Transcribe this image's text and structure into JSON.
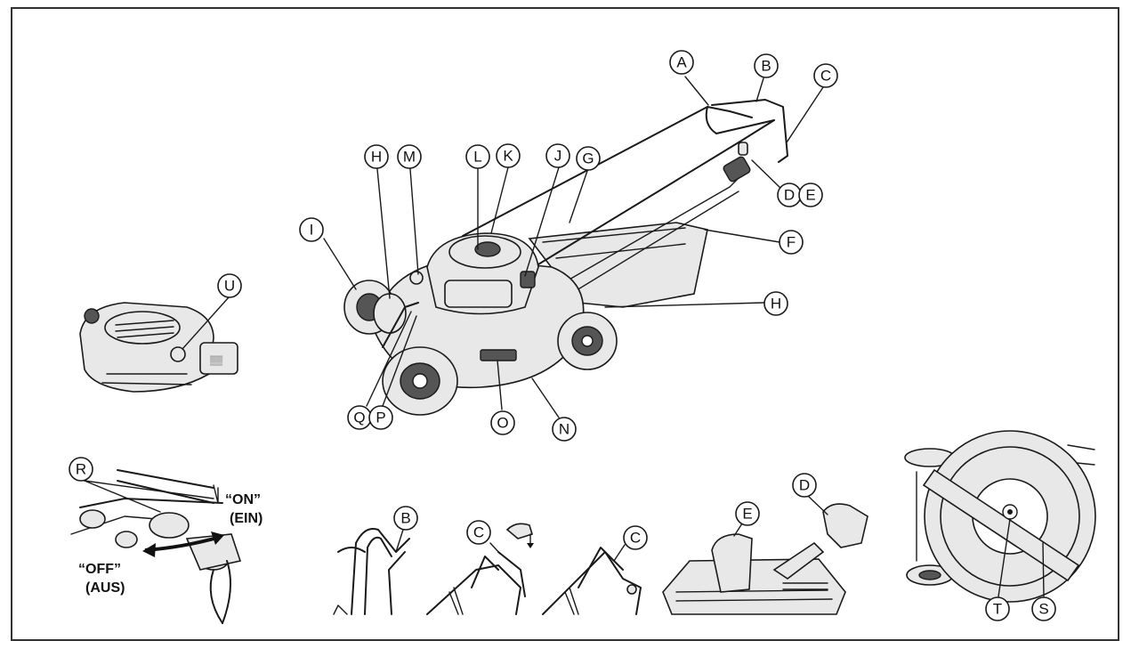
{
  "callouts": {
    "A": "A",
    "B": "B",
    "C": "C",
    "D": "D",
    "E": "E",
    "F": "F",
    "G": "G",
    "H": "H",
    "I": "I",
    "J": "J",
    "K": "K",
    "L": "L",
    "M": "M",
    "N": "N",
    "O": "O",
    "P": "P",
    "Q": "Q",
    "R": "R",
    "S": "S",
    "T": "T",
    "U": "U"
  },
  "labels": {
    "on": "“ON”",
    "on_de": "(EIN)",
    "off": "“OFF”",
    "off_de": "(AUS)"
  }
}
